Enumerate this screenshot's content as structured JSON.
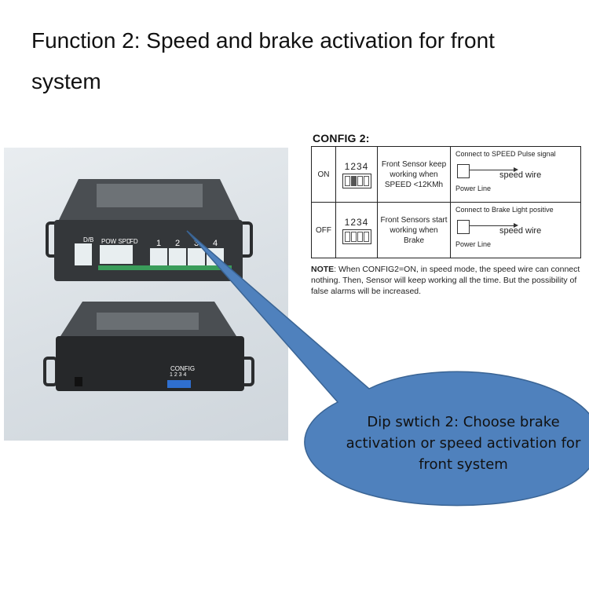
{
  "title": "Function 2: Speed and brake activation for front system",
  "config": {
    "heading": "CONFIG 2:",
    "rows": [
      {
        "state": "ON",
        "dip_numbers": "1234",
        "description": "Front Sensor keep working when SPEED <12KMh",
        "connect_label": "Connect to SPEED Pulse signal",
        "wire_label": "speed wire",
        "power_label": "Power Line"
      },
      {
        "state": "OFF",
        "dip_numbers": "1234",
        "description": "Front Sensors start working when Brake",
        "connect_label": "Connect to Brake Light positive",
        "wire_label": "speed wire",
        "power_label": "Power Line"
      }
    ]
  },
  "note": {
    "label": "NOTE",
    "text": ": When CONFIG2=ON, in speed mode, the speed wire can connect nothing. Then, Sensor will keep working all the time. But the possibility of false alarms will be increased."
  },
  "device_labels": {
    "db": "D/B",
    "pow_spd": "POW SPD",
    "fd": "FD",
    "p1": "1",
    "p2": "2",
    "p3": "3",
    "p4": "4",
    "config": "CONFIG",
    "config_nums": "1 2 3 4"
  },
  "callout": "Dip swtich 2: Choose brake activation or speed activation for front system",
  "colors": {
    "bubble_fill": "#4f81bd",
    "bubble_stroke": "#3a6494",
    "device_body": "#3a3d40",
    "connector": "#e8eef0",
    "dip_switch": "#2f6fd0"
  }
}
